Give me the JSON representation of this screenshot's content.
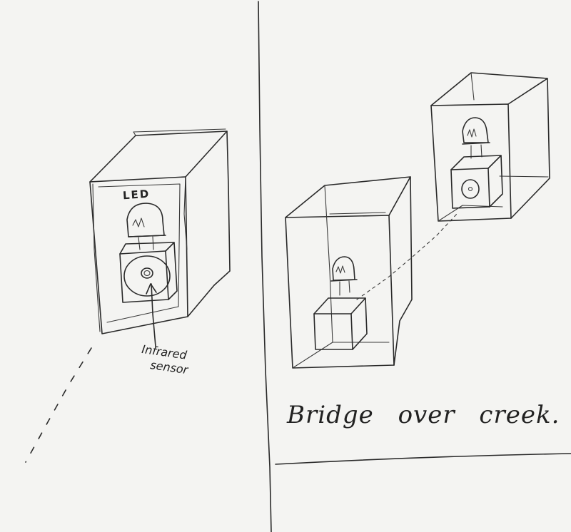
{
  "labels": {
    "led": "LED",
    "sensor_line1": "Infrared",
    "sensor_line2": "sensor",
    "caption": "Bridge over creek."
  }
}
